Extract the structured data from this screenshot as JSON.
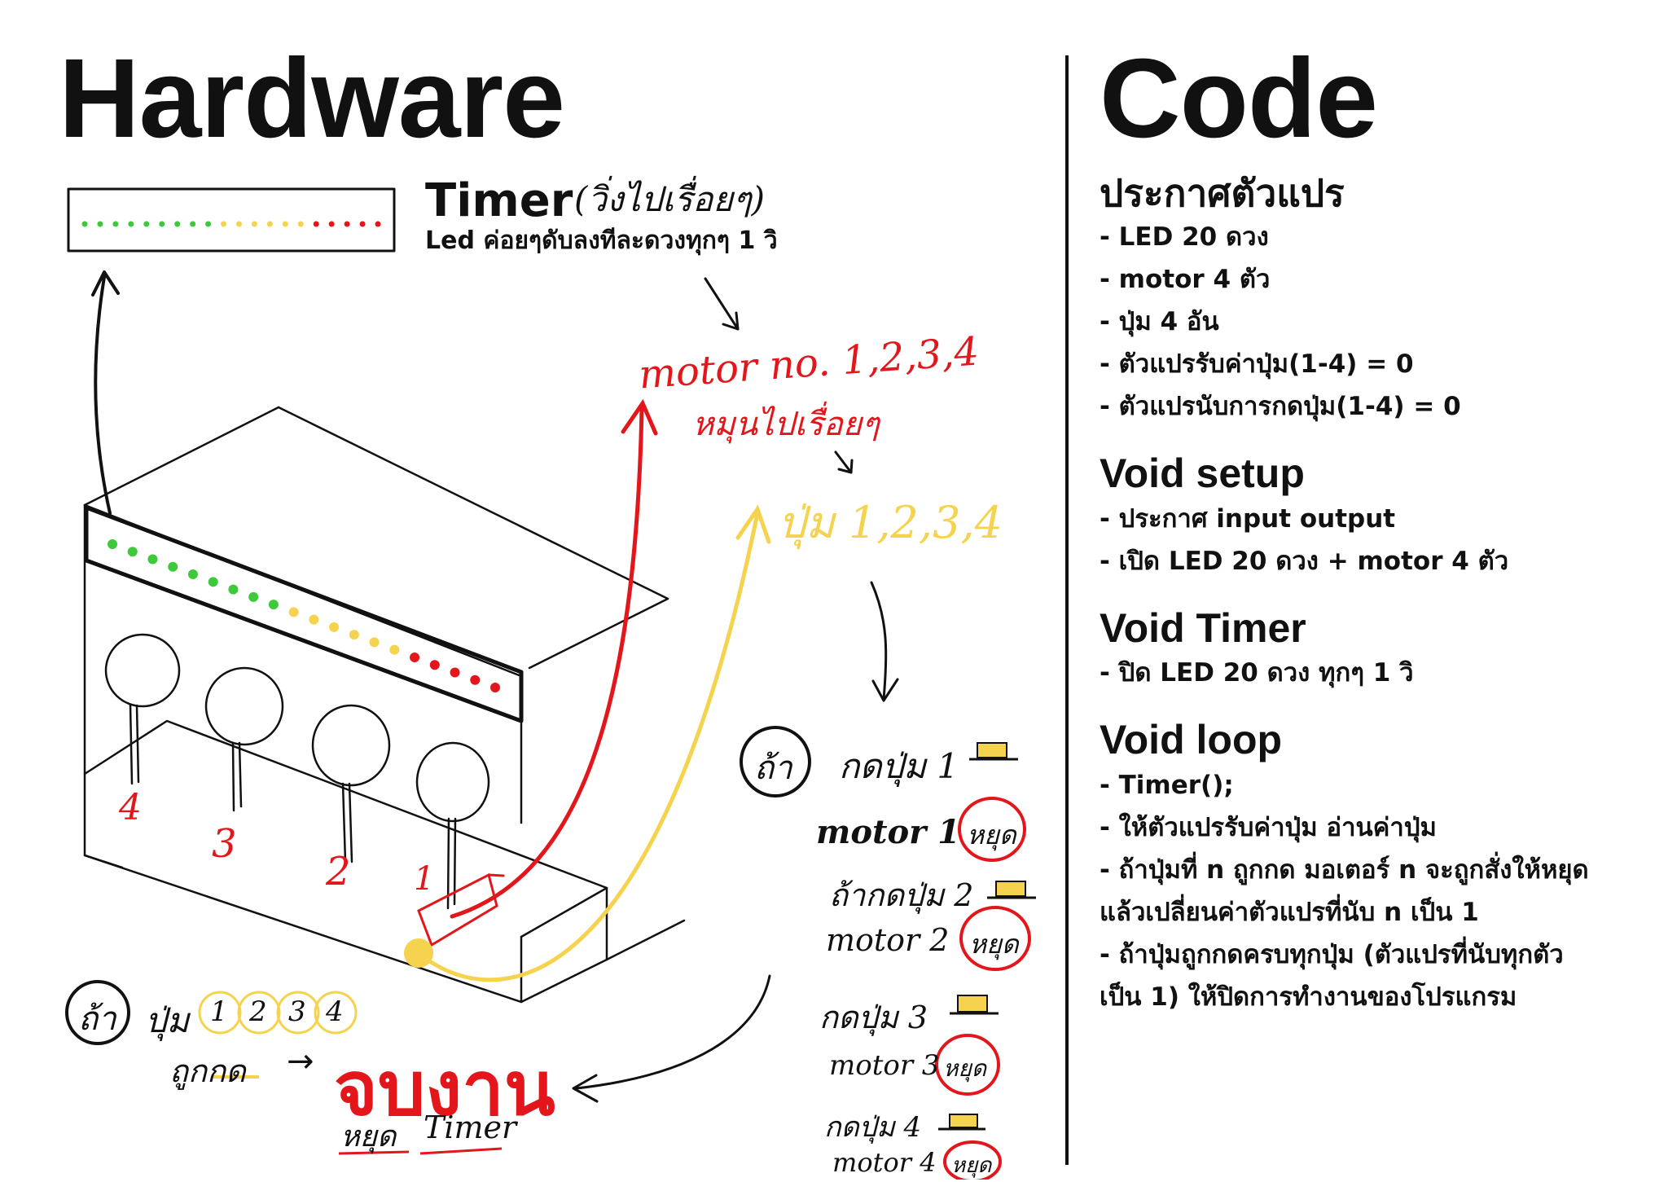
{
  "left": {
    "title": "Hardware",
    "timer_label": "Timer",
    "timer_note": "(วิ่งไปเรื่อยๆ)",
    "led_note": "Led ค่อยๆดับลงทีละดวงทุกๆ 1 วิ",
    "motor_note": "motor no. 1,2,3,4",
    "motor_note2": "หมุนไปเรื่อยๆ",
    "button_note": "ปุ่ม 1,2,3,4",
    "if_circle": "ถ้า",
    "press_1": "กดปุ่ม 1",
    "motor_1": "motor 1",
    "if_press_2": "ถ้ากดปุ่ม 2",
    "motor_2": "motor 2",
    "press_3": "กดปุ่ม 3",
    "motor_3": "motor 3",
    "press_4": "กดปุ่ม 4",
    "motor_4": "motor 4",
    "stop": "หยุด",
    "bottom_if": "ถ้า",
    "bottom_buttons_label": "ปุ่ม",
    "bottom_buttons": [
      "1",
      "2",
      "3",
      "4"
    ],
    "bottom_pressed": "ถูกกด",
    "arrow": "→",
    "end_label": "จบงาน",
    "stop_label": "หยุด",
    "timer_word": "Timer",
    "stand_numbers": [
      "4",
      "3",
      "2",
      "1"
    ],
    "led_colors": [
      "green",
      "green",
      "green",
      "green",
      "green",
      "green",
      "green",
      "green",
      "green",
      "yellow",
      "yellow",
      "yellow",
      "yellow",
      "yellow",
      "yellow",
      "red",
      "red",
      "red",
      "red",
      "red"
    ]
  },
  "right": {
    "title": "Code",
    "sections": [
      {
        "heading": "ประกาศตัวแปร",
        "items": [
          "- LED 20 ดวง",
          "- motor 4 ตัว",
          "- ปุ่ม 4 อัน",
          "- ตัวแปรรับค่าปุ่ม(1-4) = 0",
          "- ตัวแปรนับการกดปุ่ม(1-4) = 0"
        ]
      },
      {
        "heading": "Void setup",
        "items": [
          "- ประกาศ input output",
          "- เปิด LED 20 ดวง + motor 4 ตัว"
        ]
      },
      {
        "heading": "Void Timer",
        "items": [
          "- ปิด LED 20 ดวง ทุกๆ 1 วิ"
        ]
      },
      {
        "heading": "Void loop",
        "items": [
          "- Timer();",
          "- ให้ตัวแปรรับค่าปุ่ม อ่านค่าปุ่ม",
          "- ถ้าปุ่มที่ n ถูกกด มอเตอร์ n จะถูกสั่งให้หยุด",
          "แล้วเปลี่ยนค่าตัวแปรที่นับ n เป็น 1",
          "- ถ้าปุ่มถูกกดครบทุกปุ่ม (ตัวแปรที่นับทุกตัว",
          "เป็น 1) ให้ปิดการทำงานของโปรแกรม"
        ]
      }
    ]
  },
  "colors": {
    "led_green": "#3ec93a",
    "led_yellow": "#f5d34e",
    "led_red": "#e3171b",
    "ink": "#111111"
  }
}
